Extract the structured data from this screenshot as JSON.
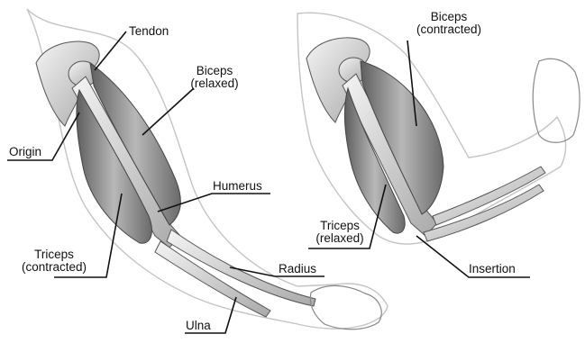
{
  "colors": {
    "ink": "#111111",
    "muscle": "#9a9a9a",
    "muscle_dark": "#6b6b6b",
    "bone": "#e4e4e4",
    "skin_line": "#bdbdbd"
  },
  "left_arm": {
    "tendon": "Tendon",
    "biceps_line1": "Biceps",
    "biceps_line2": "(relaxed)",
    "origin": "Origin",
    "humerus": "Humerus",
    "triceps_line1": "Triceps",
    "triceps_line2": "(contracted)",
    "radius": "Radius",
    "ulna": "Ulna"
  },
  "right_arm": {
    "biceps_line1": "Biceps",
    "biceps_line2": "(contracted)",
    "triceps_line1": "Triceps",
    "triceps_line2": "(relaxed)",
    "insertion": "Insertion"
  }
}
